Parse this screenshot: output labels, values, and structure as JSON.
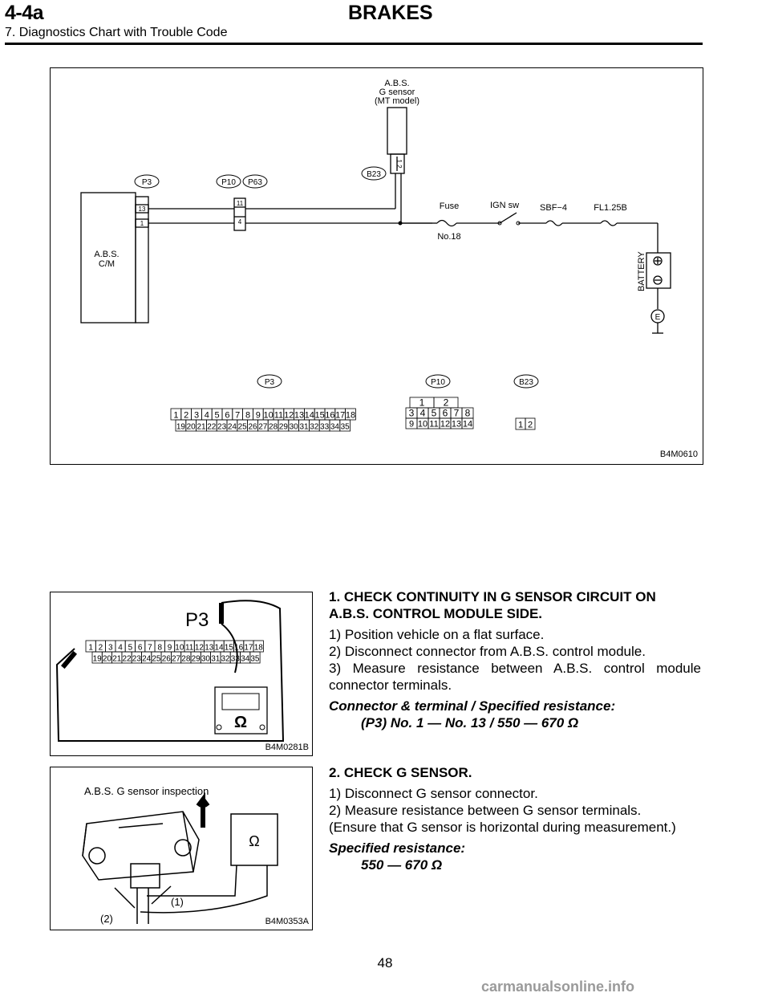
{
  "header": {
    "section_code": "4-4a",
    "title": "BRAKES",
    "subtitle": "7. Diagnostics Chart with Trouble Code"
  },
  "wiring_diagram": {
    "figure_code": "B4M0610",
    "gsensor_label": [
      "A.B.S.",
      "G sensor",
      "(MT model)"
    ],
    "module_label": [
      "A.B.S.",
      "C/M"
    ],
    "connectors": [
      "P3",
      "P10",
      "P63",
      "B23"
    ],
    "pin_labels": {
      "p3_upper": "13",
      "p3_lower": "1",
      "p10_upper": "11",
      "p10_lower": "4",
      "b23_pins": "1 2"
    },
    "fuse_label": "Fuse",
    "fuse_number": "No.18",
    "ign_label": "IGN sw",
    "sbf_label": "SBF−4",
    "fl_label": "FL1.25B",
    "battery_label": "BATTERY",
    "ground_label": "E",
    "face_labels": {
      "p3": "P3",
      "p10": "P10",
      "b23": "B23"
    },
    "p3_row1": [
      "1",
      "2",
      "3",
      "4",
      "5",
      "6",
      "7",
      "8",
      "9",
      "10",
      "11",
      "12",
      "13",
      "14",
      "15",
      "16",
      "17",
      "18"
    ],
    "p3_row2": [
      "19",
      "20",
      "21",
      "22",
      "23",
      "24",
      "25",
      "26",
      "27",
      "28",
      "29",
      "30",
      "31",
      "32",
      "33",
      "34",
      "35"
    ],
    "p10_row1": [
      "1",
      "2"
    ],
    "p10_row2": [
      "3",
      "4",
      "5",
      "6",
      "7",
      "8"
    ],
    "p10_row3": [
      "9",
      "10",
      "11",
      "12",
      "13",
      "14"
    ],
    "b23_face": [
      "1",
      "2"
    ]
  },
  "step1": {
    "figure_code": "B4M0281B",
    "fig_connector_label": "P3",
    "fig_ohm": "Ω",
    "title_line1": "1. CHECK CONTINUITY IN G SENSOR CIRCUIT ON",
    "title_line2": "A.B.S. CONTROL MODULE SIDE.",
    "lines": [
      "1) Position vehicle on a flat surface.",
      "2) Disconnect connector from A.B.S. control module.",
      "3) Measure resistance between A.B.S. control module connector terminals."
    ],
    "spec_label": "Connector & terminal / Specified resistance:",
    "spec_value": "(P3) No. 1 — No. 13 / 550 — 670 Ω"
  },
  "step2": {
    "figure_code": "B4M0353A",
    "fig_title": "A.B.S. G sensor inspection",
    "fig_ohm": "Ω",
    "fig_label_1": "(1)",
    "fig_label_2": "(2)",
    "title": "2. CHECK G SENSOR.",
    "lines": [
      "1) Disconnect G sensor connector.",
      "2) Measure resistance between G sensor terminals.",
      "(Ensure that G sensor is horizontal during measurement.)"
    ],
    "spec_label": "Specified resistance:",
    "spec_value": "550 — 670 Ω"
  },
  "page_number": "48",
  "watermark": "carmanualsonline.info"
}
